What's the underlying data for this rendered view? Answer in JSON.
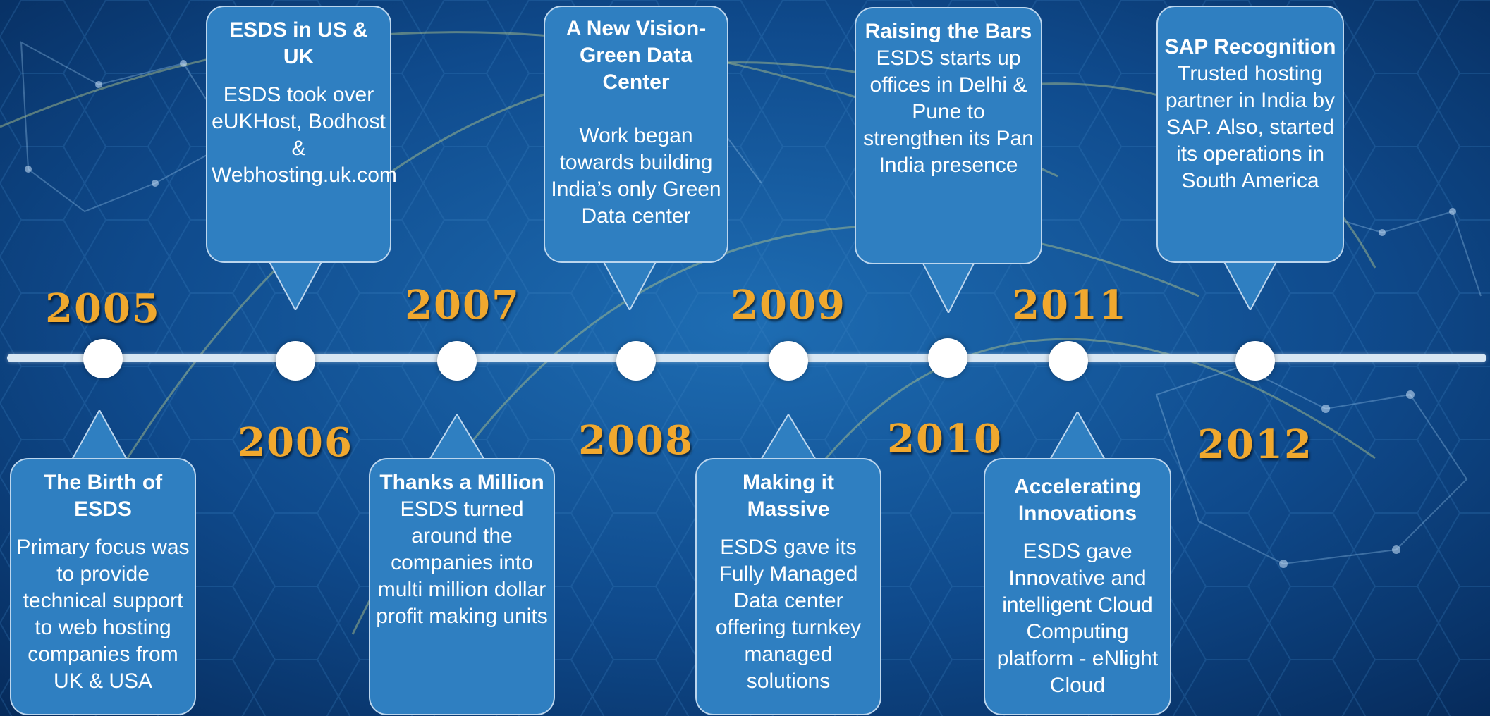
{
  "colors": {
    "background": "#0d3f7a",
    "box_fill": "#2f7fc1",
    "box_border": "#bcd6ee",
    "year_text": "#f0a82e",
    "axis": "#d7e6f3",
    "dot": "#ffffff"
  },
  "milestones": [
    {
      "year": "2005",
      "title": "The Birth of ESDS",
      "description": "Primary focus was to provide technical support to web hosting companies from UK & USA"
    },
    {
      "year": "2006",
      "title": "ESDS in US & UK",
      "description": "ESDS took over eUKHost, Bodhost & Webhosting.uk.com"
    },
    {
      "year": "2007",
      "title": "Thanks a Million",
      "description": "ESDS turned around the companies into multi million dollar profit making units"
    },
    {
      "year": "2008",
      "title": "A New Vision- Green Data Center",
      "description": "Work began towards building India’s only Green Data center"
    },
    {
      "year": "2009",
      "title": "Making it Massive",
      "description": "ESDS gave its Fully Managed Data center offering turnkey managed solutions"
    },
    {
      "year": "2010",
      "title": "Raising the Bars",
      "description": "ESDS starts up offices in Delhi & Pune to strengthen its Pan India presence"
    },
    {
      "year": "2011",
      "title": "Accelerating Innovations",
      "description": "ESDS gave Innovative and intelligent Cloud Computing platform - eNlight Cloud"
    },
    {
      "year": "2012",
      "title": "SAP Recognition",
      "description": "Trusted hosting partner in India by SAP. Also, started its operations in South America"
    }
  ]
}
